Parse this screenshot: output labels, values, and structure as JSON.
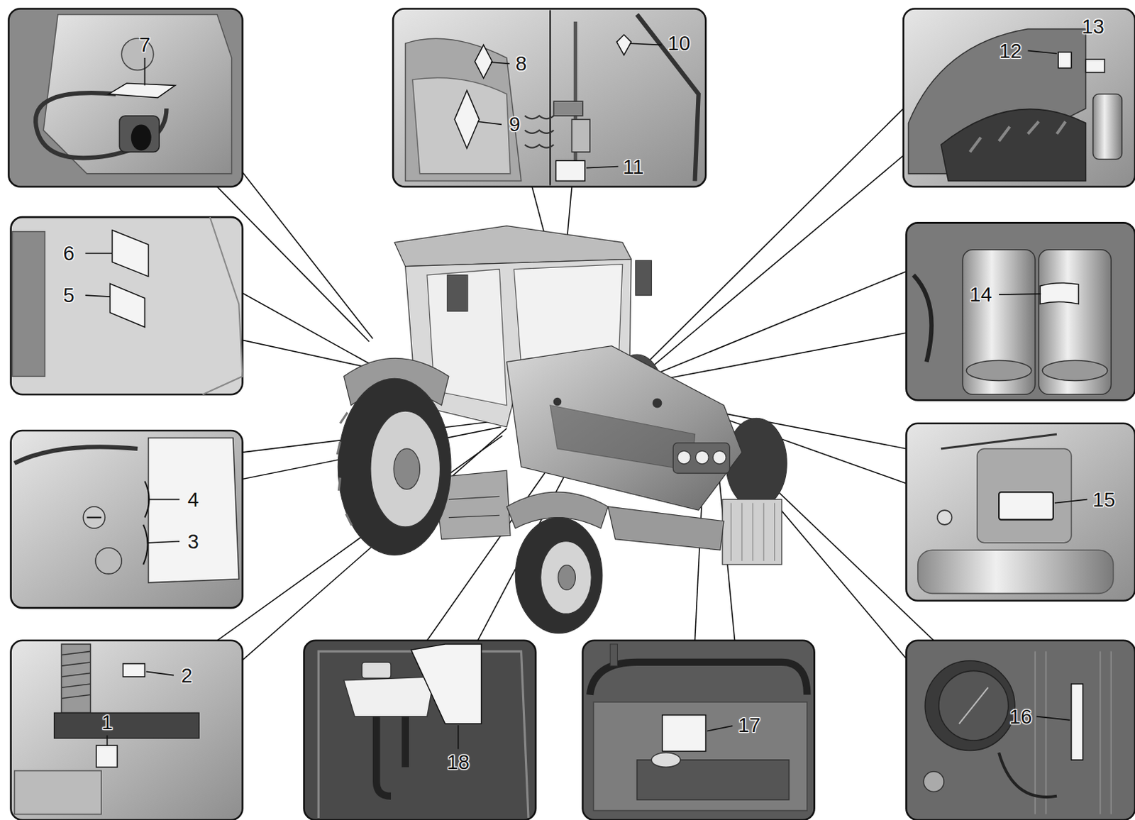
{
  "diagram": {
    "labels": [
      "7",
      "8",
      "9",
      "10",
      "11",
      "12",
      "13",
      "6",
      "5",
      "14",
      "4",
      "3",
      "15",
      "2",
      "1",
      "18",
      "17",
      "16"
    ]
  }
}
